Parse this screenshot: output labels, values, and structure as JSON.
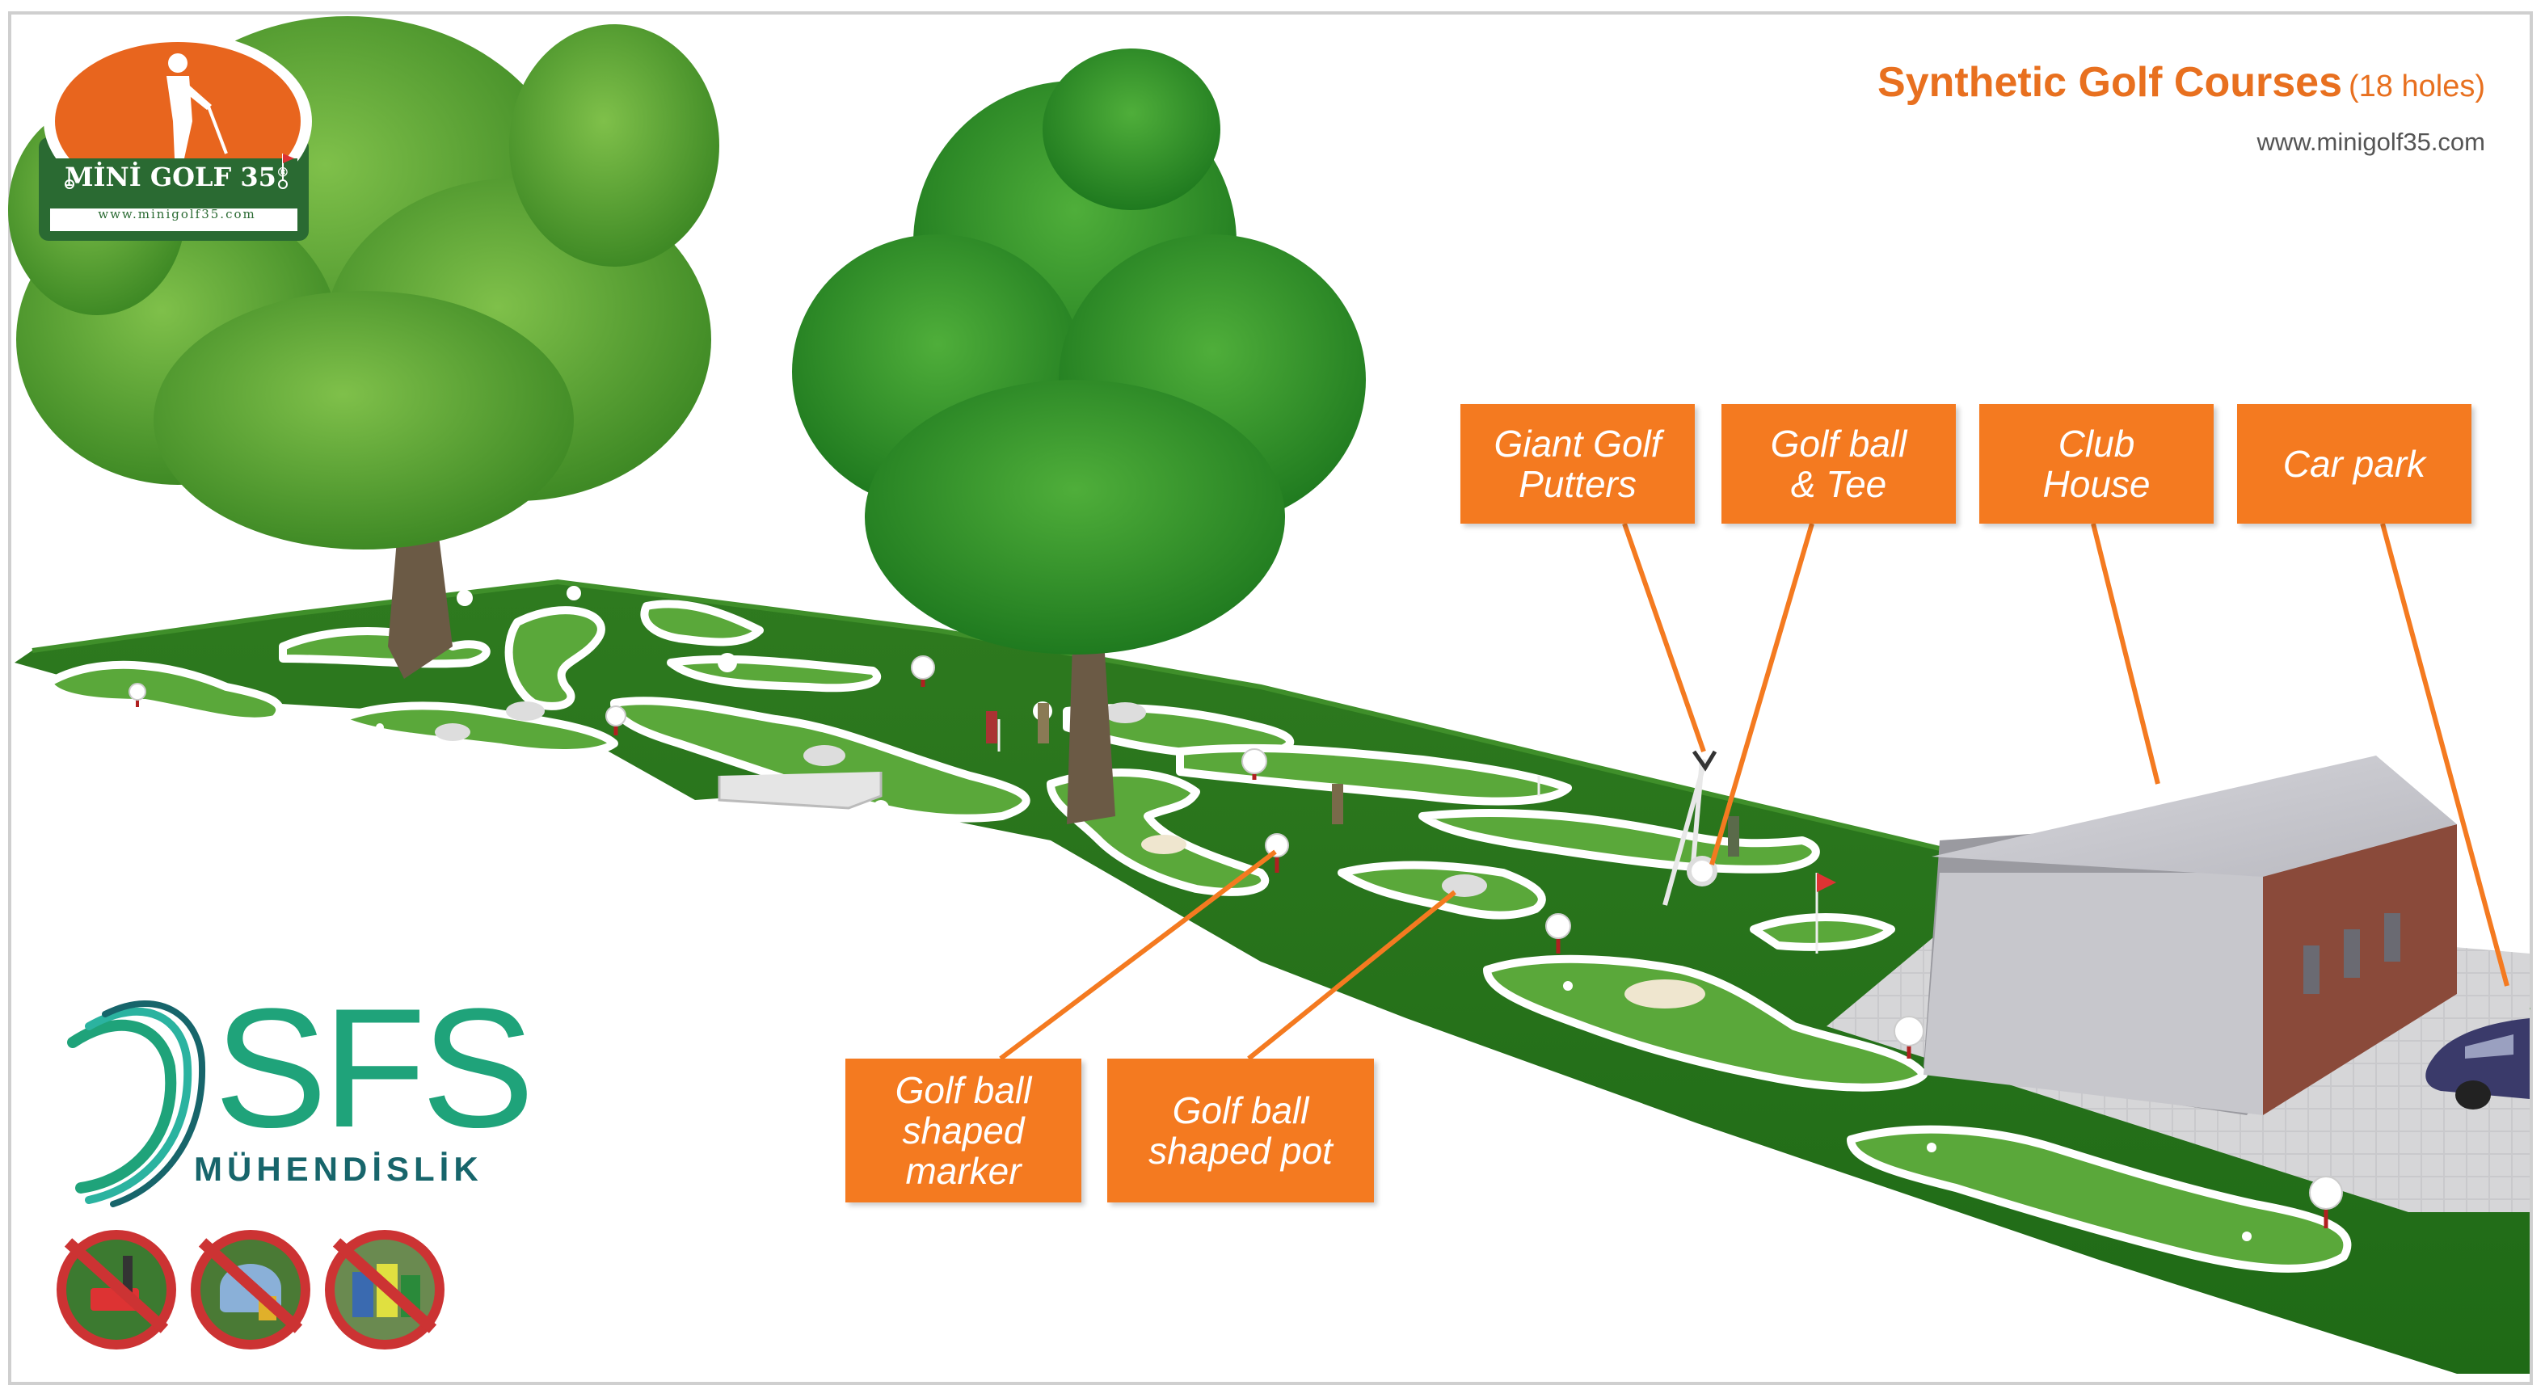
{
  "header": {
    "title": "Synthetic Golf Courses",
    "subtitle": "(18 holes)",
    "url": "www.minigolf35.com"
  },
  "logos": {
    "minigolf": {
      "brand": "MİNİ GOLF 35",
      "reg": "®",
      "url": "www.minigolf35.com"
    },
    "sfs": {
      "name": "SFS",
      "tagline": "MÜHENDİSLİK"
    }
  },
  "callouts": [
    {
      "id": "giant-golf-putters",
      "label": "Giant Golf\nPutters"
    },
    {
      "id": "golf-ball-tee",
      "label": "Golf ball\n& Tee"
    },
    {
      "id": "club-house",
      "label": "Club\nHouse"
    },
    {
      "id": "car-park",
      "label": "Car park"
    },
    {
      "id": "golf-ball-marker",
      "label": "Golf ball\nshaped\nmarker"
    },
    {
      "id": "golf-ball-pot",
      "label": "Golf ball\nshaped pot"
    }
  ],
  "icons": [
    "no-mowing-icon",
    "no-watering-icon",
    "no-fertilizer-icon"
  ],
  "colors": {
    "accent": "#f47a20",
    "turf": "#2f7d1f",
    "fairway": "#5aa83a",
    "sfs_green": "#1fa37a",
    "logo_orange": "#e8651e",
    "logo_green": "#2a6a32"
  }
}
